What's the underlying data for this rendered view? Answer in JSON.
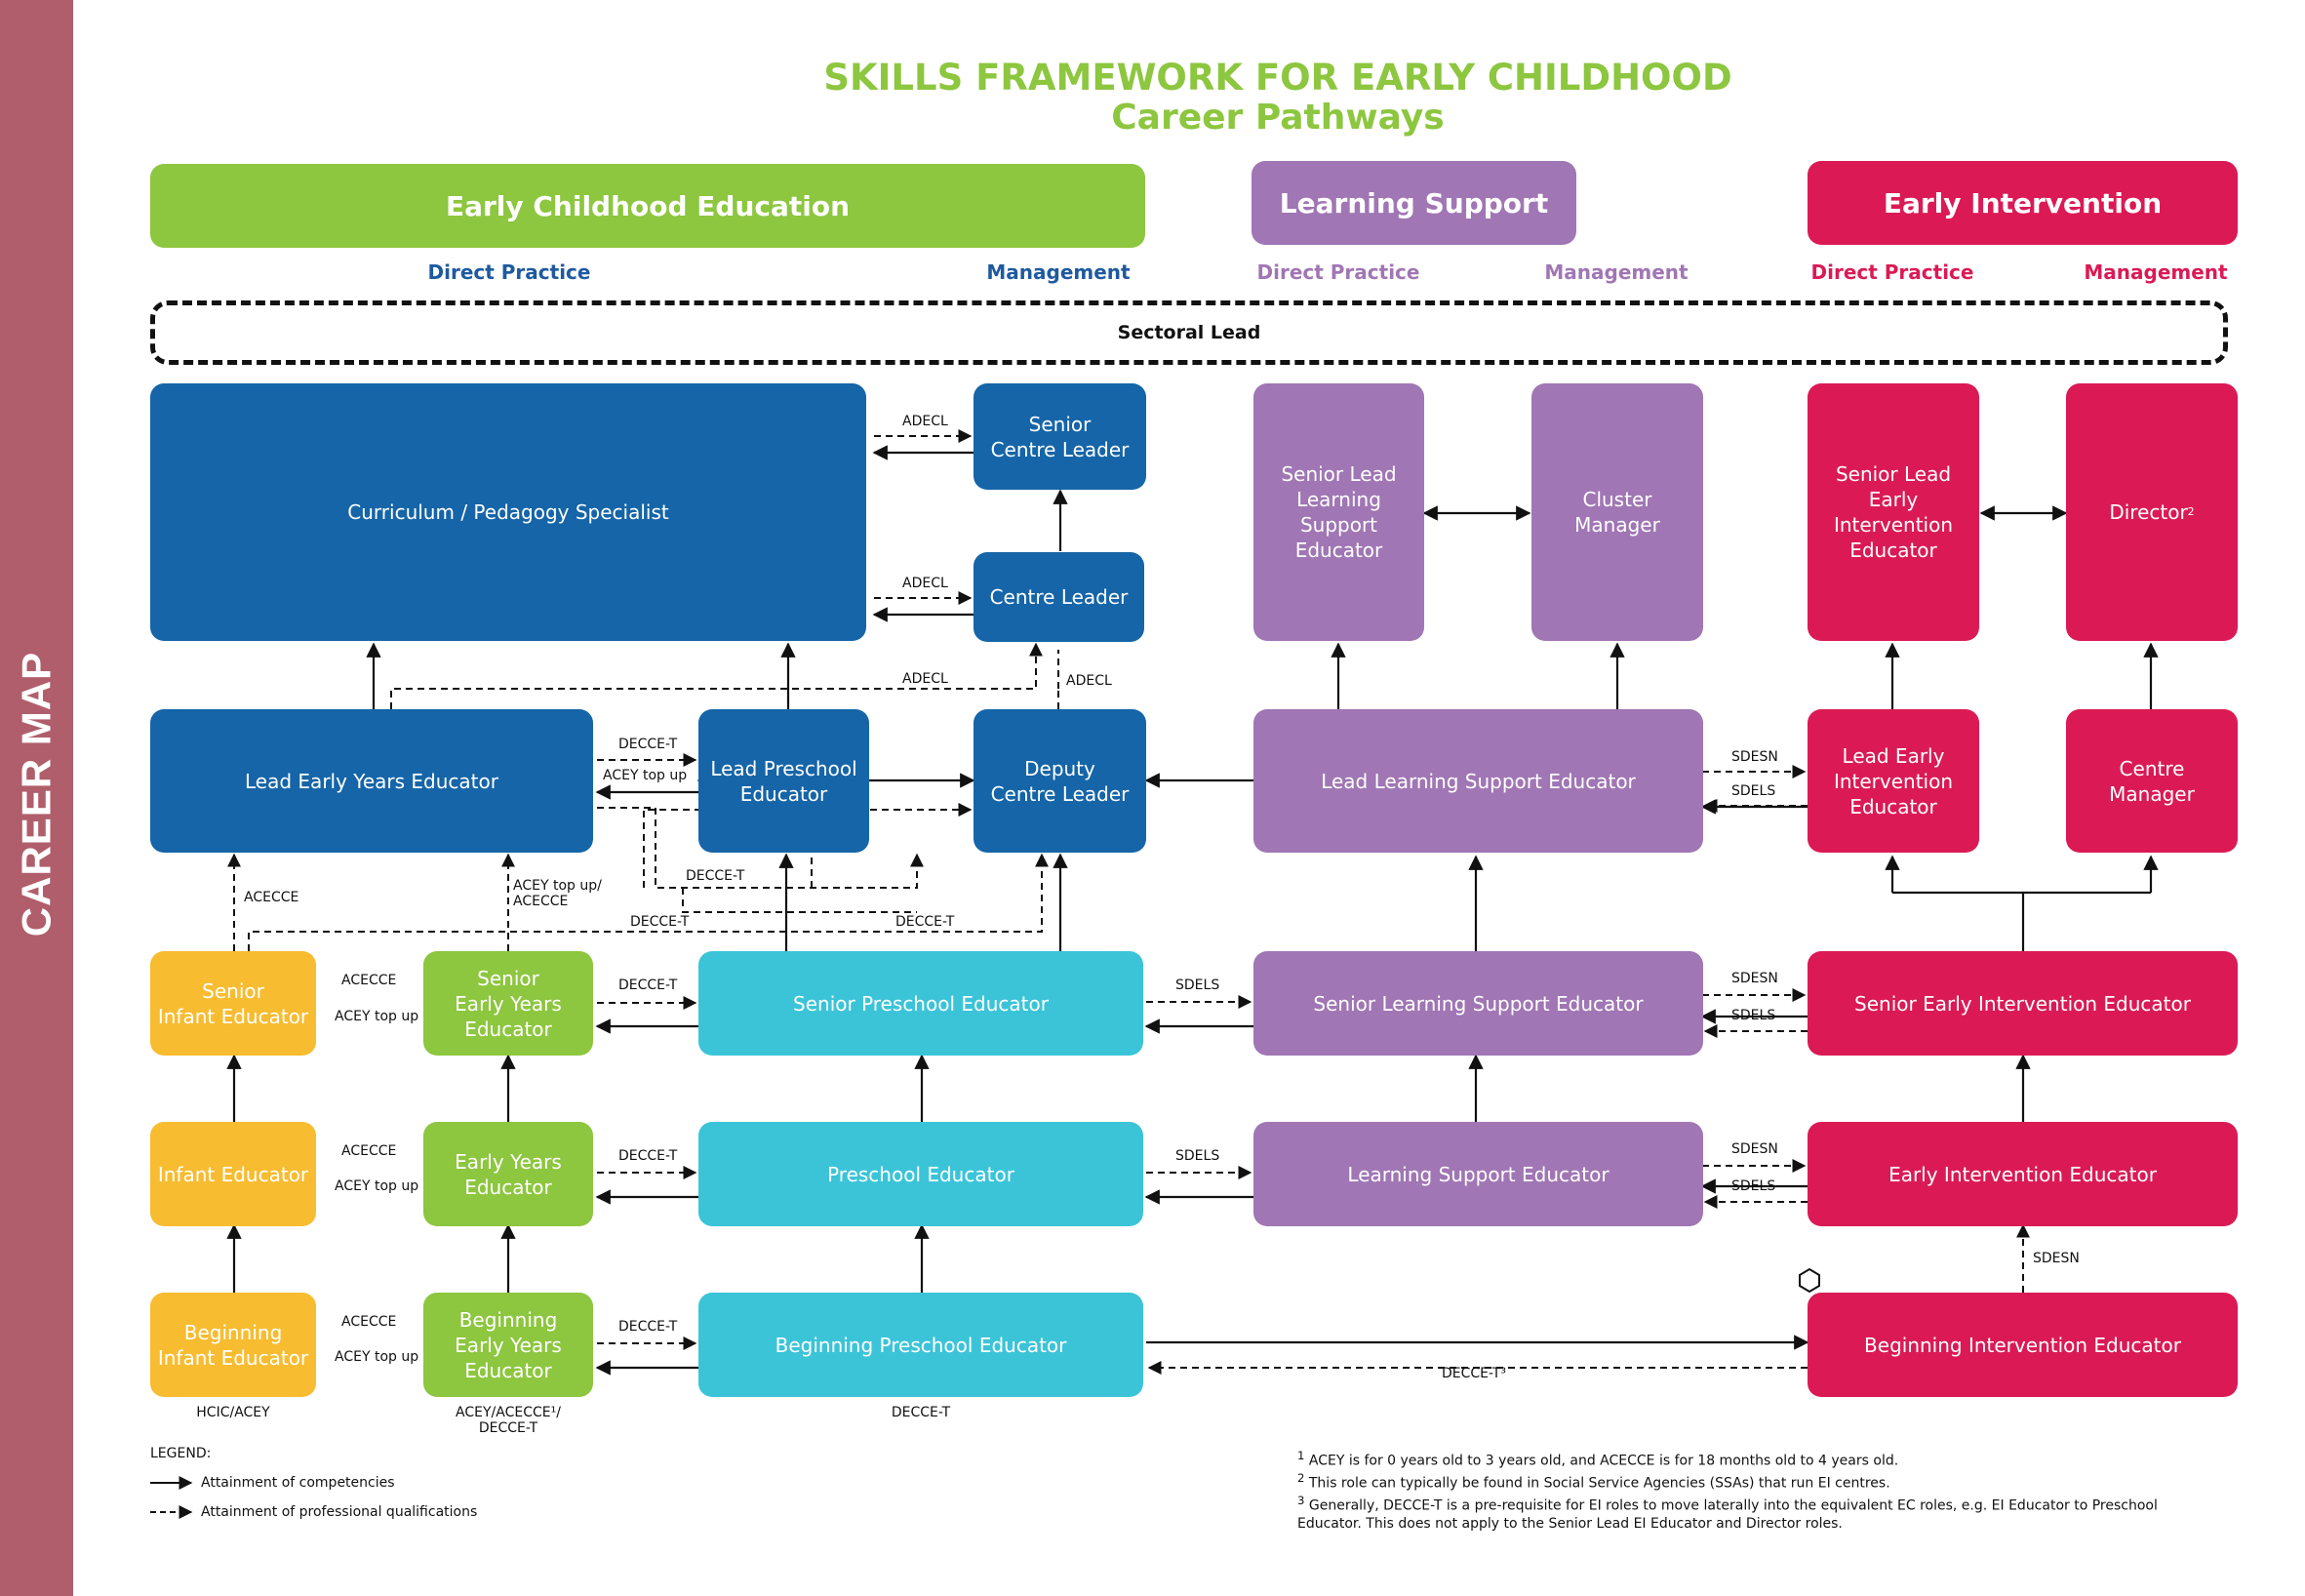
{
  "sidebar_label": "CAREER MAP",
  "title": "SKILLS FRAMEWORK FOR EARLY CHILDHOOD",
  "subtitle": "Career Pathways",
  "sectors": {
    "ece": {
      "label": "Early Childhood Education",
      "direct": "Direct Practice",
      "mgmt": "Management"
    },
    "ls": {
      "label": "Learning Support",
      "direct": "Direct Practice",
      "mgmt": "Management"
    },
    "ei": {
      "label": "Early Intervention",
      "direct": "Direct Practice",
      "mgmt": "Management"
    }
  },
  "sectoral_lead": "Sectoral Lead",
  "roles": {
    "curriculum": "Curriculum / Pedagogy Specialist",
    "senior_centre_leader": "Senior\nCentre Leader",
    "centre_leader": "Centre Leader",
    "lead_eye": "Lead Early Years Educator",
    "lead_preschool": "Lead Preschool\nEducator",
    "deputy_centre_leader": "Deputy\nCentre Leader",
    "senior_infant": "Senior\nInfant Educator",
    "senior_eye": "Senior\nEarly Years\nEducator",
    "senior_preschool": "Senior Preschool Educator",
    "infant": "Infant Educator",
    "eye": "Early Years\nEducator",
    "preschool": "Preschool Educator",
    "beginning_infant": "Beginning\nInfant Educator",
    "beginning_eye": "Beginning\nEarly Years\nEducator",
    "beginning_preschool": "Beginning Preschool Educator",
    "senior_lead_lse": "Senior Lead\nLearning\nSupport\nEducator",
    "cluster_manager": "Cluster\nManager",
    "lead_lse": "Lead Learning Support Educator",
    "senior_lse": "Senior Learning Support Educator",
    "lse": "Learning Support Educator",
    "senior_lead_eie": "Senior Lead\nEarly\nIntervention\nEducator",
    "director": "Director",
    "director_sup": "2",
    "lead_eie": "Lead Early\nIntervention\nEducator",
    "centre_manager": "Centre\nManager",
    "senior_eie": "Senior Early Intervention Educator",
    "eie": "Early Intervention Educator",
    "beginning_ie": "Beginning Intervention Educator"
  },
  "labels": {
    "adecl1": "ADECL",
    "adecl2": "ADECL",
    "adecl3": "ADECL",
    "adecl4": "ADECL",
    "decce_t1": "DECCE-T",
    "acey_top_up1": "ACEY top up",
    "decce_t2": "DECCE-T",
    "acecce1": "ACECCE",
    "acey_acecce": "ACEY top up/\nACECCE",
    "decce_t3": "DECCE-T",
    "decce_t4": "DECCE-T",
    "acecce2": "ACECCE",
    "acey_top_up2": "ACEY top up",
    "decce_t5": "DECCE-T",
    "sdels1": "SDELS",
    "acecce3": "ACECCE",
    "acey_top_up3": "ACEY top up",
    "decce_t6": "DECCE-T",
    "sdels2": "SDELS",
    "acecce4": "ACECCE",
    "acey_top_up4": "ACEY top up",
    "decce_t7": "DECCE-T",
    "sdesn1": "SDESN",
    "sdels3": "SDELS",
    "sdesn2": "SDESN",
    "sdels4": "SDELS",
    "sdesn3": "SDESN",
    "sdels5": "SDELS",
    "sdesn4": "SDESN",
    "decce_t3_ei": "DECCE-T³",
    "hcic_acey": "HCIC/ACEY",
    "acey_acecce_decce": "ACEY/ACECCE¹/\nDECCE-T",
    "decce_t_bottom": "DECCE-T"
  },
  "legend": {
    "title": "LEGEND:",
    "solid": "Attainment of competencies",
    "dashed": "Attainment of professional qualifications"
  },
  "footnotes": [
    {
      "sup": "1",
      "text": "ACEY is for 0 years old to 3 years old, and ACECCE is for 18 months old to 4 years old."
    },
    {
      "sup": "2",
      "text": "This role can typically be found in Social Service Agencies (SSAs) that run EI centres."
    },
    {
      "sup": "3",
      "text": "Generally, DECCE-T is a pre-requisite for EI roles to move laterally into the equivalent EC roles, e.g. EI Educator to Preschool\nEducator. This does not apply to the Senior Lead EI Educator and Director roles."
    }
  ],
  "colors": {
    "ece": "#8dc63f",
    "ls": "#a076b4",
    "ei": "#db1a55",
    "blue": "#1565a8",
    "cyan": "#3bc4d8",
    "yellow": "#f7bc30",
    "sidebar": "#b05e6b",
    "subhead_ece": "#1e5aa0",
    "subhead_ls": "#a076b4",
    "subhead_ei": "#db1a55"
  }
}
